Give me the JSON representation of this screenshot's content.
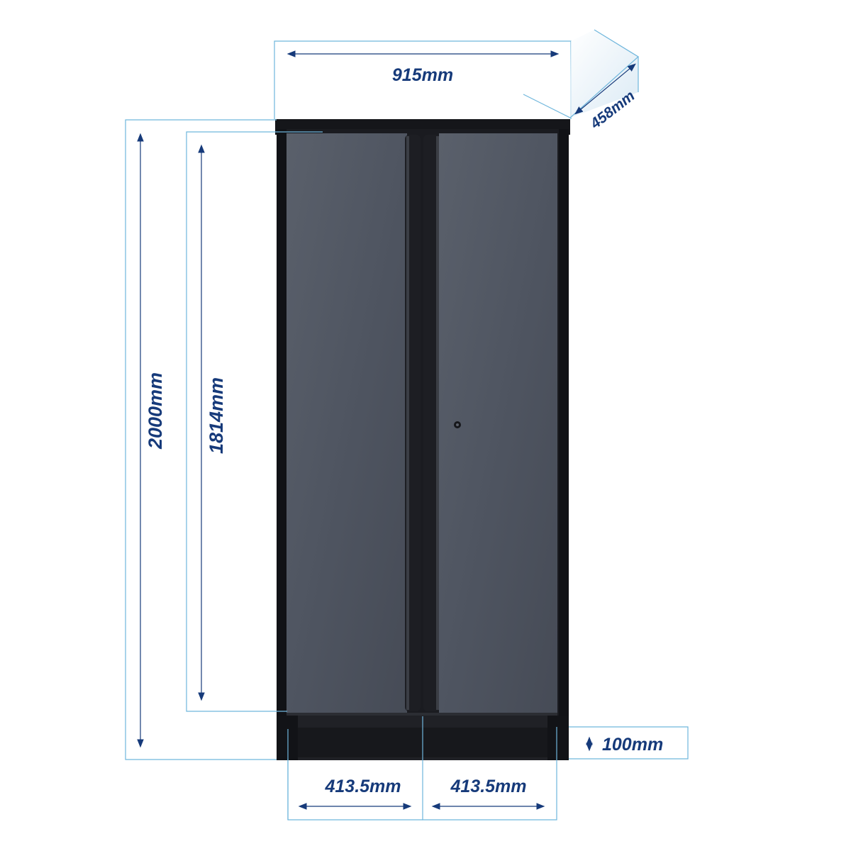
{
  "dimensions": {
    "width": "915mm",
    "depth": "458mm",
    "total_height": "2000mm",
    "door_height": "1814mm",
    "plinth_height": "100mm",
    "left_door_width": "413.5mm",
    "right_door_width": "413.5mm"
  },
  "colors": {
    "guide_line": "#6fb6dc",
    "dimension_text": "#163a7a",
    "cabinet_frame": "#15161a",
    "door_panel": "#4e5460"
  }
}
